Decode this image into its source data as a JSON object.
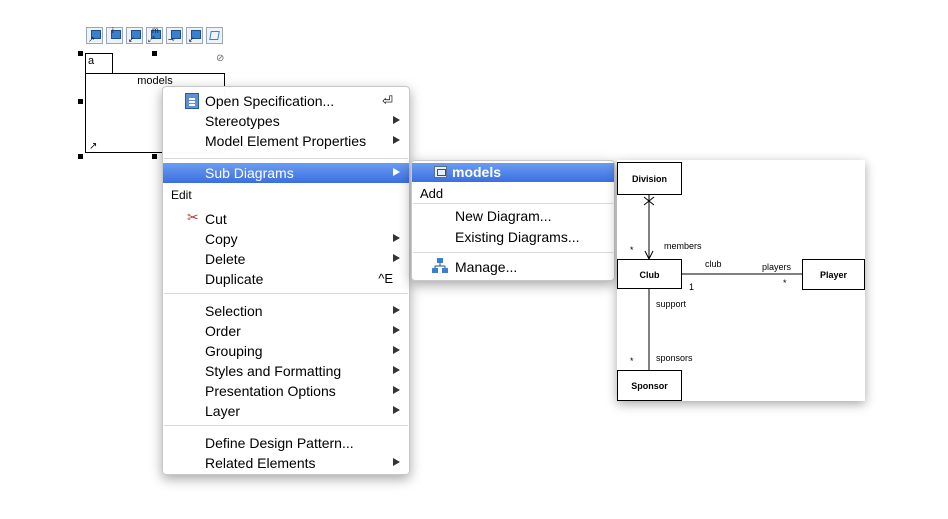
{
  "canvas": {
    "package_tab_label": "a",
    "package_title": "models",
    "toolbar_labels": [
      "",
      "i",
      "",
      "m",
      "",
      "",
      ""
    ]
  },
  "context_menu": {
    "items_top": [
      {
        "label": "Open Specification...",
        "shortcut": "⏎",
        "submenu": false
      },
      {
        "label": "Stereotypes",
        "shortcut": "",
        "submenu": true
      },
      {
        "label": "Model Element Properties",
        "shortcut": "",
        "submenu": true
      }
    ],
    "sub_diagrams": {
      "label": "Sub Diagrams",
      "submenu": true
    },
    "edit_section": "Edit",
    "items_edit": [
      {
        "label": "Cut",
        "shortcut": "",
        "submenu": false
      },
      {
        "label": "Copy",
        "shortcut": "",
        "submenu": true
      },
      {
        "label": "Delete",
        "shortcut": "",
        "submenu": true
      },
      {
        "label": "Duplicate",
        "shortcut": "^E",
        "submenu": false
      }
    ],
    "items_view": [
      {
        "label": "Selection",
        "submenu": true
      },
      {
        "label": "Order",
        "submenu": true
      },
      {
        "label": "Grouping",
        "submenu": true
      },
      {
        "label": "Styles and Formatting",
        "submenu": true
      },
      {
        "label": "Presentation Options",
        "submenu": true
      },
      {
        "label": "Layer",
        "submenu": true
      }
    ],
    "items_bottom": [
      {
        "label": "Define Design Pattern...",
        "submenu": false
      },
      {
        "label": "Related Elements",
        "submenu": true
      }
    ]
  },
  "submenu": {
    "selected": "models",
    "add_section": "Add",
    "items": [
      "New Diagram...",
      "Existing Diagrams..."
    ],
    "manage": "Manage..."
  },
  "diagram": {
    "classes": [
      "Division",
      "Club",
      "Player",
      "Sponsor"
    ],
    "labels": {
      "members": "members",
      "club": "club",
      "players": "players",
      "support": "support",
      "sponsors": "sponsors",
      "one": "1",
      "star": "*"
    }
  },
  "colors": {
    "selection": "#3b6fe0",
    "icon_blue": "#3a7fd0"
  }
}
